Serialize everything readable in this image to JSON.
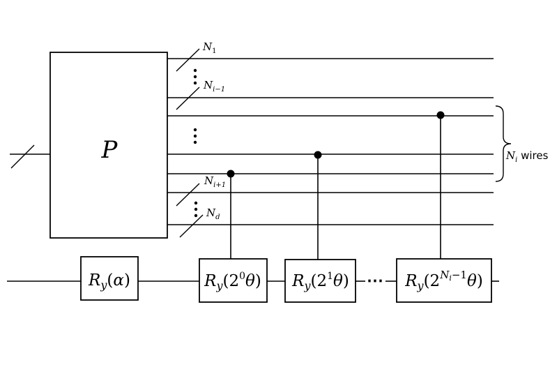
{
  "block_p": {
    "label": "P"
  },
  "wire_labels": {
    "n1": {
      "main": "N",
      "sub": "1"
    },
    "ni_minus_1": {
      "main": "N",
      "sub": "i−1"
    },
    "ni_plus_1": {
      "main": "N",
      "sub": "i+1"
    },
    "nd": {
      "main": "N",
      "sub": "d"
    }
  },
  "brace_label": {
    "main": "N",
    "sub": "i",
    "suffix": " wires"
  },
  "gates": {
    "alpha": {
      "R": "R",
      "sub": "y",
      "open": "(",
      "arg": "α",
      "close": ")"
    },
    "g0": {
      "R": "R",
      "sub": "y",
      "open": "(",
      "base": "2",
      "exp": "0",
      "theta": "θ",
      "close": ")"
    },
    "g1": {
      "R": "R",
      "sub": "y",
      "open": "(",
      "base": "2",
      "exp": "1",
      "theta": "θ",
      "close": ")"
    },
    "gN": {
      "R": "R",
      "sub": "y",
      "open": "(",
      "base": "2",
      "exp_main": "N",
      "exp_sub": "i",
      "exp_tail": "−1",
      "theta": "θ",
      "close": ")"
    }
  },
  "ellipsis": "⋯"
}
